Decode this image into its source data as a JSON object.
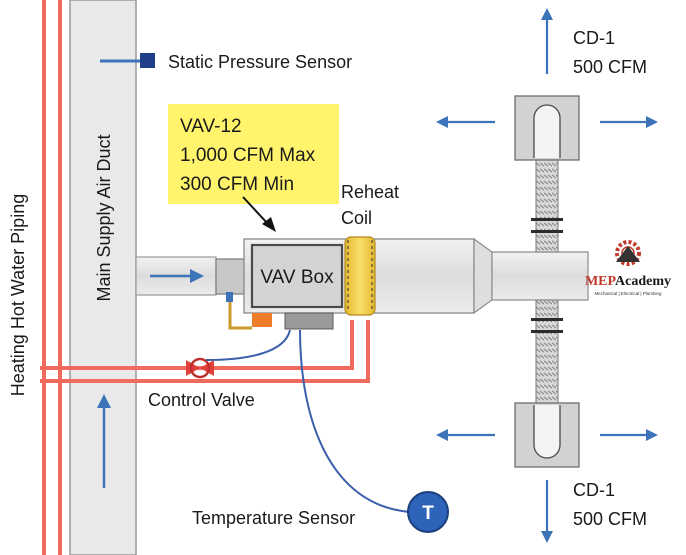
{
  "labels": {
    "static_pressure_sensor": "Static Pressure Sensor",
    "main_supply_air_duct": "Main Supply Air Duct",
    "heating_hot_water_piping": "Heating Hot Water Piping",
    "vav_callout": {
      "line1": "VAV-12",
      "line2": "1,000 CFM Max",
      "line3": "300 CFM Min"
    },
    "reheat_coil": {
      "line1": "Reheat",
      "line2": "Coil"
    },
    "vav_box": "VAV Box",
    "control_valve": "Control Valve",
    "temperature_sensor": "Temperature Sensor",
    "thermostat_symbol": "T"
  },
  "diffusers": {
    "top": {
      "name": "CD-1",
      "flow": "500 CFM"
    },
    "bottom": {
      "name": "CD-1",
      "flow": "500 CFM"
    }
  },
  "logo": {
    "wordmark_prefix": "MEP",
    "wordmark_suffix": "Academy",
    "tagline": "Mechanical | Electrical | Plumbing"
  },
  "colors": {
    "pipe": "#ef6b5e",
    "duct_fill": "#e2e2e2",
    "duct_stroke": "#8a8a8a",
    "arrow": "#3d73b9",
    "callout_fill": "#fff46b",
    "thermostat": "#2d63b8",
    "sensor_wire": "#3b5faa",
    "actuator": "#ee7d2a",
    "valve": "#e0403a"
  },
  "icons": {
    "flow_arrows": "arrow-icon",
    "static_pressure_probe": "square-sensor-icon",
    "valve": "gate-valve-icon",
    "thermostat": "circle-t-icon",
    "logo_mark": "gear-icon"
  }
}
